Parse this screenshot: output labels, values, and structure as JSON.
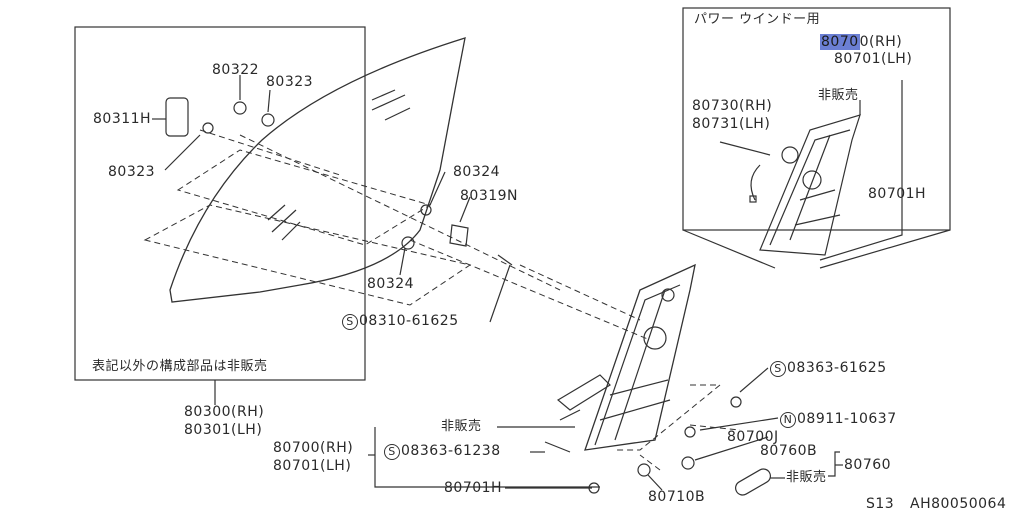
{
  "diagram": {
    "main_box": {
      "note": "表記以外の構成部品は非販売",
      "labels": {
        "p80322": "80322",
        "p80323_top": "80323",
        "p80311h": "80311H",
        "p80323_left": "80323",
        "p80324_right": "80324",
        "p80319n": "80319N",
        "p80324_bottom": "80324",
        "s08310": "08310-61625"
      }
    },
    "glass_part": {
      "rh": "80300(RH)",
      "lh": "80301(LH)"
    },
    "inset_box": {
      "title": "パワー ウインドー用",
      "rh_prefix": "80700",
      "rh_highlight": "8070",
      "rh_rest": "0(RH)",
      "lh": "80701(LH)",
      "not_sold": "非販売",
      "motor_rh": "80730(RH)",
      "motor_lh": "80731(LH)",
      "p80701h": "80701H"
    },
    "lower": {
      "s08363_a": "08363-61625",
      "n08911": "08911-10637",
      "not_sold_a": "非販売",
      "p80700j": "80700J",
      "reg_rh": "80700(RH)",
      "reg_lh": "80701(LH)",
      "s08363_b": "08363-61238",
      "p80760b": "80760B",
      "p80760": "80760",
      "not_sold_b": "非販売",
      "p80701h": "80701H",
      "p80710b": "80710B"
    },
    "footer": {
      "model": "S13",
      "code": "AH80050064"
    },
    "symbols": {
      "s": "S",
      "n": "N"
    }
  }
}
